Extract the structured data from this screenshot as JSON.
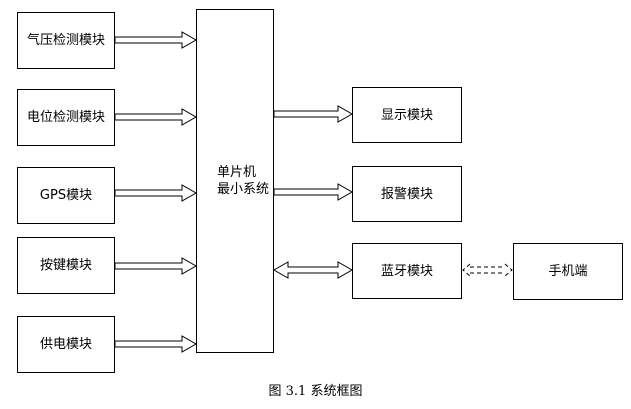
{
  "inputs": [
    {
      "label": "气压检测模块"
    },
    {
      "label": "电位检测模块"
    },
    {
      "label": "GPS模块"
    },
    {
      "label": "按键模块"
    },
    {
      "label": "供电模块"
    }
  ],
  "mcu": {
    "line1": "单片机",
    "line2": "最小系统"
  },
  "outputs": [
    {
      "label": "显示模块"
    },
    {
      "label": "报警模块"
    },
    {
      "label": "蓝牙模块"
    }
  ],
  "phone": {
    "label": "手机端"
  },
  "caption": "图 3.1  系统框图"
}
